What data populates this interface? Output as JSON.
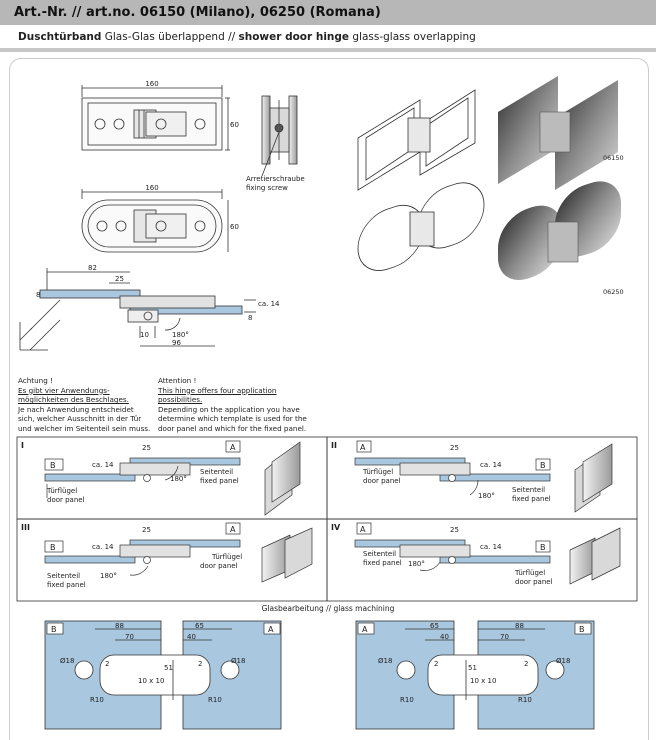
{
  "header": {
    "title": "Art.-Nr. // art.no. 06150 (Milano), 06250 (Romana)"
  },
  "subtitle": {
    "bold": "Duschtürband",
    "rest": " Glas-Glas überlappend // ",
    "bold2": "shower door hinge",
    "rest2": " glass-glass overlapping"
  },
  "dims": {
    "d160": "160",
    "d60": "60",
    "d82": "82",
    "d25": "25",
    "d8": "8",
    "ca14": "ca. 14",
    "d10": "10",
    "d96": "96",
    "a180": "180°"
  },
  "screw": {
    "de": "Arretierschraube",
    "en": "fixing screw"
  },
  "models": {
    "m1": "06150",
    "m2": "06250"
  },
  "note_de": [
    "Achtung !",
    "Es gibt vier Anwendungs-",
    "möglichkeiten des Beschlages.",
    "Je nach Anwendung entscheidet",
    "sich, welcher Ausschnitt in der Tür",
    "und welcher im Seitenteil sein muss."
  ],
  "note_en": [
    "Attention !",
    "This hinge offers four application",
    "possibilities.",
    "Depending on the application you have",
    "determine which template is used for the",
    "door panel and which for the fixed panel."
  ],
  "cases": {
    "c1": {
      "num": "I",
      "left": "B",
      "right": "A",
      "lbl1": "Seitenteil",
      "lbl1b": "fixed panel",
      "lbl2": "Türflügel",
      "lbl2b": "door panel"
    },
    "c2": {
      "num": "II",
      "left": "A",
      "right": "B",
      "lbl1": "Türflügel",
      "lbl1b": "door panel",
      "lbl2": "Seitenteil",
      "lbl2b": "fixed panel"
    },
    "c3": {
      "num": "III",
      "left": "B",
      "right": "A",
      "lbl1": "Türflügel",
      "lbl1b": "door panel",
      "lbl2": "Seitenteil",
      "lbl2b": "fixed panel"
    },
    "c4": {
      "num": "IV",
      "left": "A",
      "right": "B",
      "lbl1": "Seitenteil",
      "lbl1b": "fixed panel",
      "lbl2": "Türflügel",
      "lbl2b": "door panel"
    }
  },
  "glass": {
    "title": "Glasbearbeitung // glass machining",
    "d88": "88",
    "d70": "70",
    "d65": "65",
    "d40": "40",
    "d18": "Ø18",
    "d2": "2",
    "d51": "51",
    "d10x10": "10 x 10",
    "r10": "R10",
    "A": "A",
    "B": "B"
  },
  "colors": {
    "header": "#b7b7b7",
    "glass": "#a9c7df",
    "line": "#333333"
  }
}
